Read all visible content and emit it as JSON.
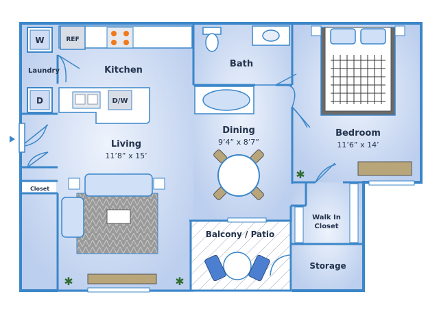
{
  "rooms": {
    "kitchen": "Kitchen",
    "laundry": "Laundry",
    "bath": "Bath",
    "dining": "Dining",
    "dining_dim": "9’4” x 8’7”",
    "living": "Living",
    "living_dim": "11’8” x 15’",
    "bedroom": "Bedroom",
    "bedroom_dim": "11’6” x 14’",
    "walk_in_closet_line1": "Walk In",
    "walk_in_closet_line2": "Closet",
    "storage": "Storage",
    "balcony": "Balcony / Patio",
    "closet": "Closet"
  },
  "appliances": {
    "washer": "W",
    "dryer": "D",
    "refrigerator": "REF",
    "dishwasher": "D/W"
  },
  "colors": {
    "wall": "#3b86c9",
    "floor": "#cfdcf3",
    "text": "#24344d"
  }
}
